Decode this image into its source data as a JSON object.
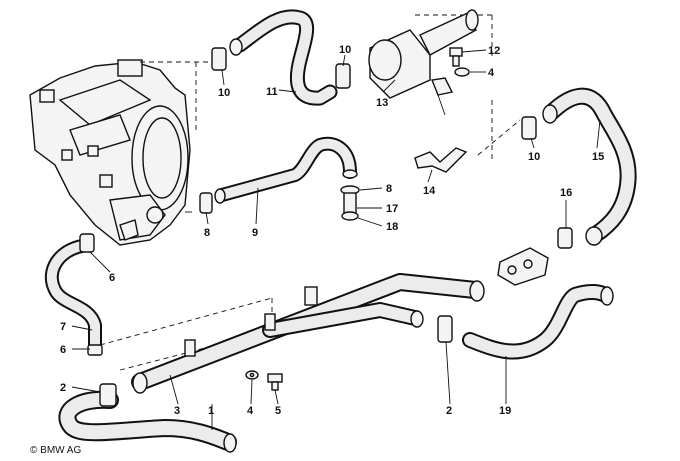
{
  "copyright": "© BMW AG",
  "callouts": {
    "c10a": "10",
    "c11": "11",
    "c10b": "10",
    "c13": "13",
    "c12": "12",
    "c4a": "4",
    "c10c": "10",
    "c15": "15",
    "c14": "14",
    "c8a": "8",
    "c17": "17",
    "c18": "18",
    "c8b": "8",
    "c9": "9",
    "c16": "16",
    "c6a": "6",
    "c7": "7",
    "c6b": "6",
    "c2a": "2",
    "c3": "3",
    "c1": "1",
    "c4b": "4",
    "c5": "5",
    "c2b": "2",
    "c19": "19"
  }
}
